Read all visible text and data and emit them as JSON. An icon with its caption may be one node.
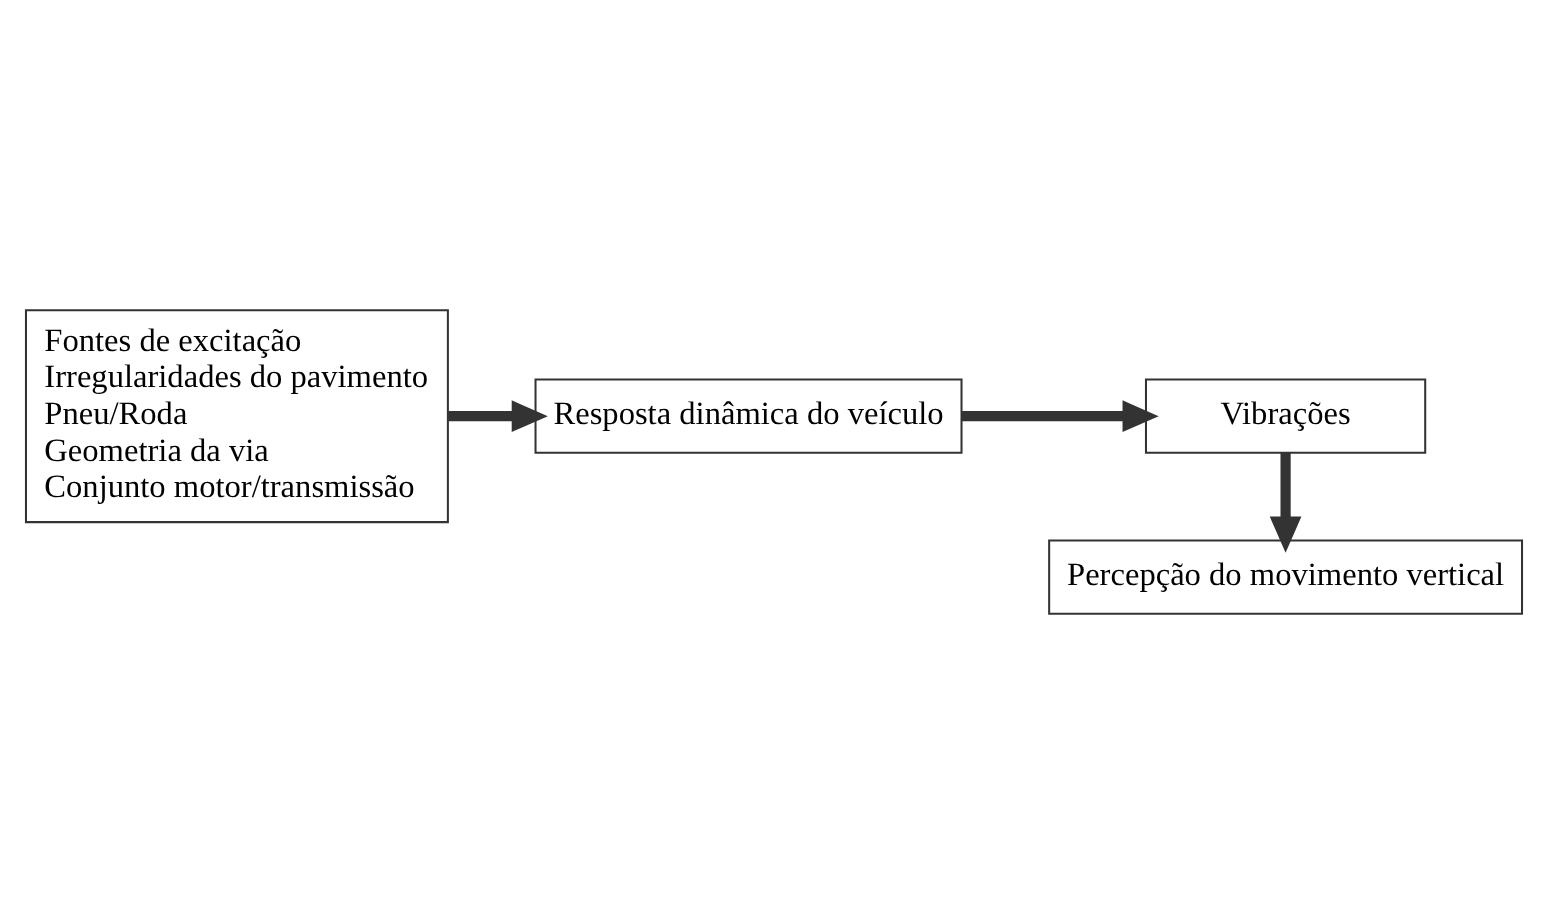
{
  "diagram": {
    "nodes": [
      {
        "text": [
          "Fontes de excitação",
          "Irregularidades do pavimento",
          "Pneu/Roda",
          "Geometria da via",
          "Conjunto motor/transmissão"
        ]
      },
      {
        "text": [
          "Resposta dinâmica do veículo"
        ]
      },
      {
        "text": [
          "Vibrações"
        ]
      },
      {
        "text": [
          "Percepção do movimento vertical"
        ]
      }
    ],
    "edges": [
      {
        "from": 0,
        "to": 1,
        "arrow": "to"
      },
      {
        "from": 1,
        "to": 2,
        "arrow": "to"
      },
      {
        "from": 2,
        "to": 3,
        "arrow": "to"
      }
    ]
  }
}
